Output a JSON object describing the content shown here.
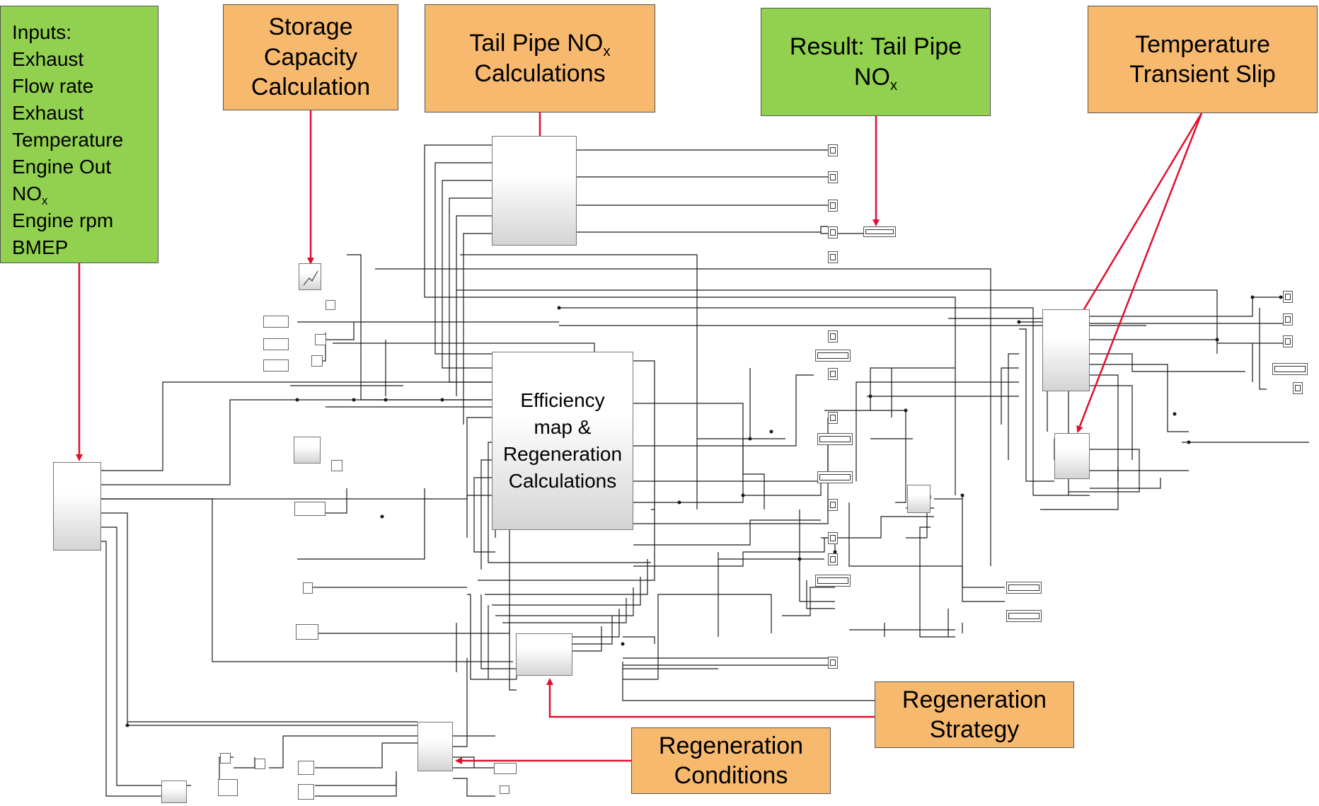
{
  "callouts": {
    "inputs": {
      "lines": [
        "Inputs:",
        "Exhaust",
        "Flow rate",
        "Exhaust",
        "Temperature",
        "Engine Out",
        "NO",
        "Engine rpm",
        "BMEP"
      ],
      "nox_sub": "x"
    },
    "storage": {
      "line1": "Storage",
      "line2": "Capacity",
      "line3": "Calculation"
    },
    "tailpipe": {
      "line1": "Tail Pipe NO",
      "sub": "x",
      "line2": "Calculations"
    },
    "result": {
      "line1": "Result: Tail Pipe",
      "line2": "NO",
      "sub": "x"
    },
    "transient": {
      "line1": "Temperature",
      "line2": "Transient Slip"
    },
    "regen_strategy": {
      "line1": "Regeneration",
      "line2": "Strategy"
    },
    "regen_conditions": {
      "line1": "Regeneration",
      "line2": "Conditions"
    }
  },
  "main_block": {
    "lines": [
      "Efficiency",
      "map &",
      "Regeneration",
      "Calculations"
    ]
  },
  "colors": {
    "orange": "#f7b96e",
    "green": "#92d14f",
    "arrow": "#e0102f",
    "wire": "#1a1a1a"
  }
}
